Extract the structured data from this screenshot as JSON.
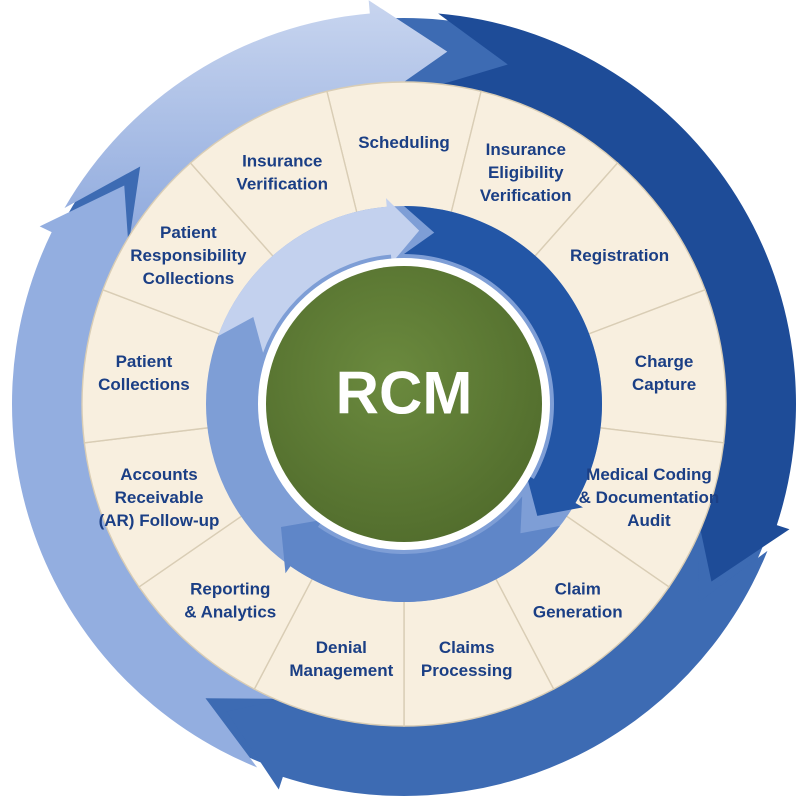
{
  "center": {
    "label": "RCM",
    "color": "#5f7a35"
  },
  "colors": {
    "outer_ring_dark": "#1e4c98",
    "outer_ring_mid": "#3d6bb3",
    "outer_ring_light": "#93aee0",
    "outer_ring_pale": "#c8d5ef",
    "segment_fill": "#f8efdf",
    "segment_divider": "#d9cdb5",
    "inner_ring": "#7e9ed6",
    "inner_arrow": "#2356a6",
    "label_text": "#1b3f85"
  },
  "stages": [
    {
      "lines": [
        "Scheduling"
      ]
    },
    {
      "lines": [
        "Insurance",
        "Eligibility",
        "Verification"
      ]
    },
    {
      "lines": [
        "Registration"
      ]
    },
    {
      "lines": [
        "Charge",
        "Capture"
      ]
    },
    {
      "lines": [
        "Medical Coding",
        "& Documentation",
        "Audit"
      ]
    },
    {
      "lines": [
        "Claim",
        "Generation"
      ]
    },
    {
      "lines": [
        "Claims",
        "Processing"
      ]
    },
    {
      "lines": [
        "Denial",
        "Management"
      ]
    },
    {
      "lines": [
        "Reporting",
        "& Analytics"
      ]
    },
    {
      "lines": [
        "Accounts",
        "Receivable",
        "(AR) Follow-up"
      ]
    },
    {
      "lines": [
        "Patient",
        "Collections"
      ]
    },
    {
      "lines": [
        "Patient",
        "Responsibility",
        "Collections"
      ]
    },
    {
      "lines": [
        "Insurance",
        "Verification"
      ]
    }
  ]
}
